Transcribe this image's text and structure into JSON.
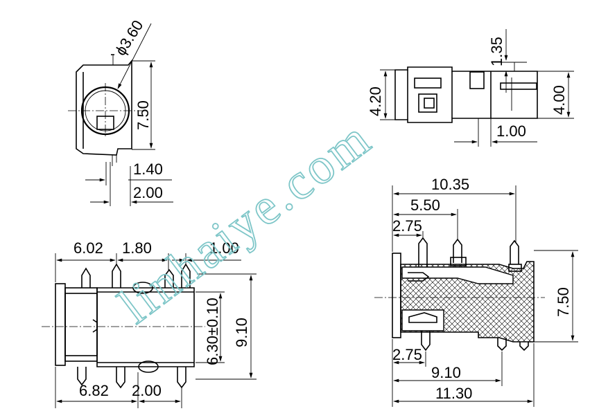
{
  "watermark": "linhaiye.com",
  "colors": {
    "line": "#000000",
    "watermark": "#7ec6c8",
    "background": "#ffffff"
  },
  "front_view": {
    "dia": "ϕ3.60",
    "height": "7.50",
    "pin_a": "1.40",
    "pin_b": "2.00"
  },
  "side_view": {
    "top": "1.35",
    "left_h": "4.20",
    "right_h": "4.00",
    "bottom": "1.00"
  },
  "top_view": {
    "w1": "6.02",
    "w2": "1.80",
    "w3": "1.00",
    "h_inner": "6.30±0.10",
    "h_outer": "9.10",
    "b1": "6.82",
    "b2": "2.00"
  },
  "cross_view": {
    "total": "10.35",
    "mid": "5.50",
    "small": "2.75",
    "height": "7.50",
    "b_small": "2.75",
    "b_mid": "9.10",
    "b_total": "11.30"
  }
}
